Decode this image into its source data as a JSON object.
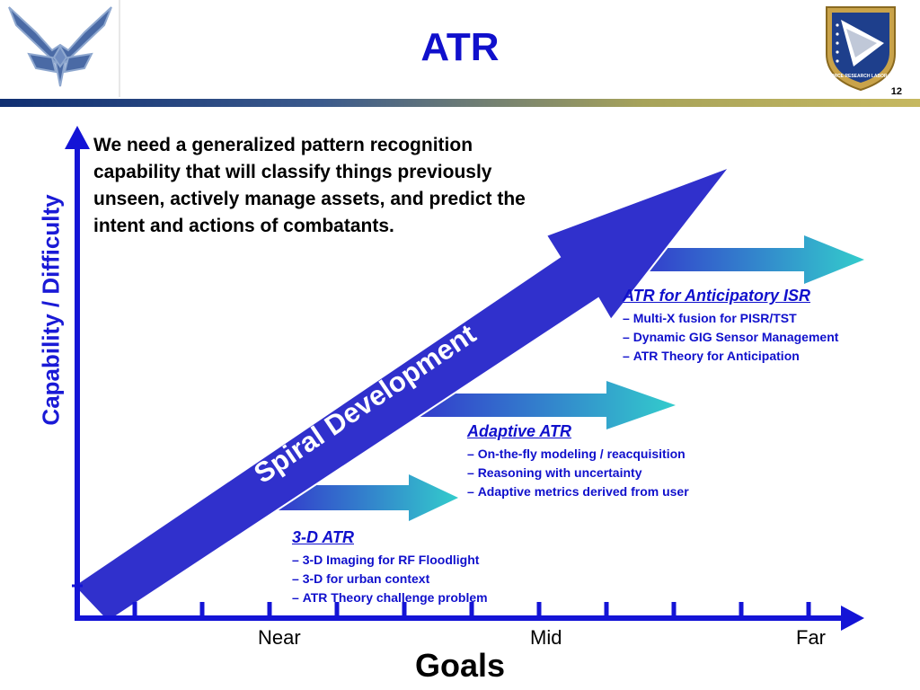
{
  "header": {
    "title": "ATR",
    "page_number": "12",
    "right_logo_text": "AIR FORCE RESEARCH LABORATORY"
  },
  "intro_text": "We need a generalized pattern recognition capability that will classify things previously unseen, actively manage assets, and predict the intent and actions of combatants.",
  "axes": {
    "ylabel": "Capability / Difficulty",
    "xlabel": "Goals",
    "ticks": [
      "Near",
      "Mid",
      "Far"
    ]
  },
  "spiral_label": "Spiral Development",
  "blocks": [
    {
      "title": "3-D ATR",
      "items": [
        "3-D Imaging for RF Floodlight",
        "3-D for urban context",
        "ATR Theory challenge problem"
      ]
    },
    {
      "title": "Adaptive ATR",
      "items": [
        "On-the-fly modeling / reacquisition",
        "Reasoning with uncertainty",
        "Adaptive metrics derived from user"
      ]
    },
    {
      "title": "ATR for Anticipatory ISR",
      "items": [
        "Multi-X fusion for PISR/TST",
        "Dynamic GIG Sensor Management",
        "ATR Theory for Anticipation"
      ]
    }
  ],
  "colors": {
    "axis": "#1414d6",
    "title": "#1010cc",
    "arrow_start": "#3333cc",
    "arrow_end": "#33cccc"
  }
}
